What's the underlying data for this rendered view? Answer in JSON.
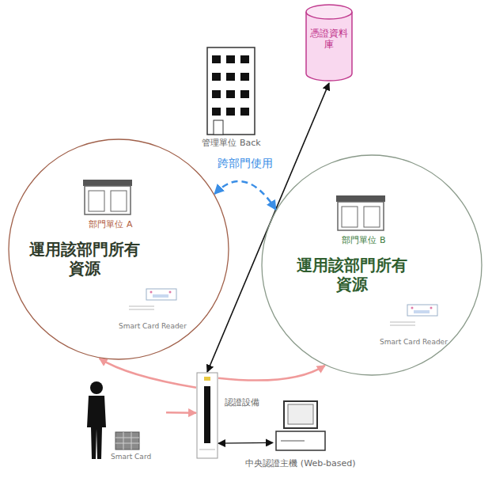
{
  "diagram": {
    "nodes": [
      {
        "text": [
          "管理單位 Back"
        ]
      },
      {
        "text": [
          "憑證資料庫"
        ]
      },
      {
        "text": [
          "部門單位 A",
          "運用該部門所有資源",
          "Smart Card Reader"
        ]
      },
      {
        "text": [
          "部門單位 B",
          "運用該部門所有資源",
          "Smart Card Reader"
        ]
      },
      {
        "text": [
          "Smart Card"
        ]
      },
      {
        "text": [
          "認證設備"
        ]
      },
      {
        "text": [
          "中央認證主機 (Web-based)"
        ]
      }
    ],
    "edges": [
      {
        "from": 5,
        "to": 1,
        "arrow": "both"
      },
      {
        "from": 4,
        "to": 5,
        "arrow": "to"
      },
      {
        "from": 5,
        "to": 2,
        "arrow": "to"
      },
      {
        "from": 5,
        "to": 3,
        "arrow": "to"
      },
      {
        "from": 2,
        "to": 3,
        "label": "跨部門使用",
        "arrow": "both"
      },
      {
        "from": 5,
        "to": 6,
        "arrow": "both"
      }
    ]
  }
}
